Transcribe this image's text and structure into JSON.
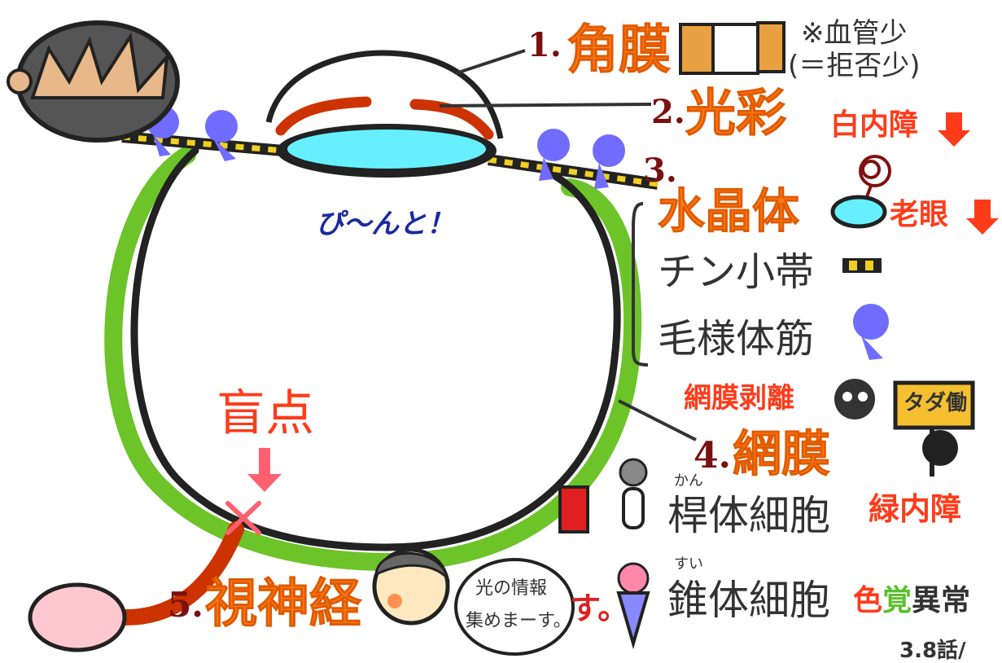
{
  "labels": {
    "cornea": {
      "num": "1.",
      "text": "角膜"
    },
    "cornea_note_1": "※血管少",
    "cornea_note_2": "(＝拒否少)",
    "iris": {
      "num": "2.",
      "text": "光彩"
    },
    "cataract": "白内障",
    "lens_num": "3.",
    "lens": "水晶体",
    "presbyopia": "老眼",
    "zonule": "チン小帯",
    "ciliary_muscle": "毛様体筋",
    "retinal_detachment": "網膜剥離",
    "retina": {
      "num": "4.",
      "text": "網膜"
    },
    "sign": "タダ働",
    "glaucoma": "緑内障",
    "blind_spot": "盲点",
    "rod_furigana": "かん",
    "rod_cells": "桿体細胞",
    "cone_furigana": "すい",
    "cone_cells": "錐体細胞",
    "color_blindness": {
      "c1": "色",
      "c2": "覚",
      "c3": "異常"
    },
    "optic_nerve": {
      "num": "5.",
      "text": "視神経"
    },
    "bubble_line1": "光の情報",
    "bubble_line2": "集めまーす。",
    "effect_su": "す。",
    "pin": "ぴ〜んと！",
    "page_corner": "3.8話/"
  },
  "colors": {
    "orange": "#ff7a14",
    "red": "#ff3b1a",
    "retina_green": "#6cc428",
    "iris_red": "#cc3300",
    "lens_cyan": "#66f0ff",
    "muscle_blue": "#6f6cff"
  }
}
